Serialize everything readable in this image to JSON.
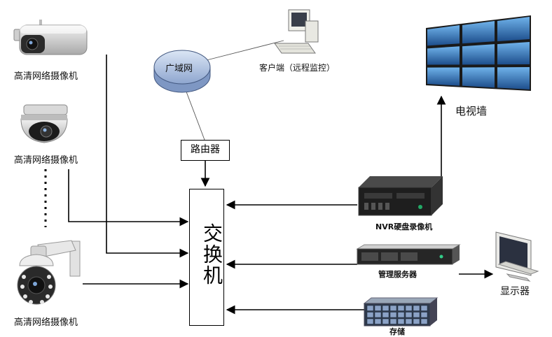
{
  "diagram": {
    "cameras": [
      {
        "label": "高清网络摄像机"
      },
      {
        "label": "高清网络摄像机"
      },
      {
        "label": "高清网络摄像机"
      }
    ],
    "wan": {
      "label": "广域网"
    },
    "client": {
      "label": "客户端（远程监控）"
    },
    "router": {
      "label": "路由器"
    },
    "switch": {
      "label": "交换机"
    },
    "tv_wall": {
      "label": "电视墙"
    },
    "nvr": {
      "label": "NVR硬盘录像机"
    },
    "server": {
      "label": "管理服务器"
    },
    "storage": {
      "label": "存储"
    },
    "display": {
      "label": "显示器"
    }
  }
}
